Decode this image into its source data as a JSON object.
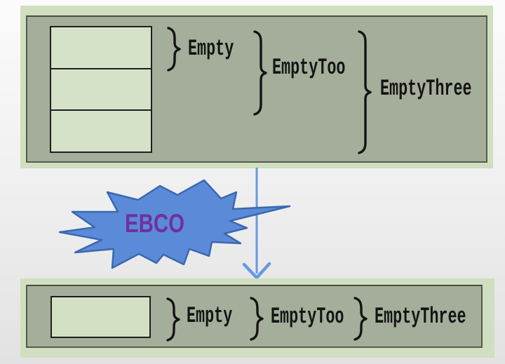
{
  "diagram": {
    "before_panel": {
      "cell_count": 3,
      "groups": [
        {
          "label": "Empty",
          "cells_spanned": 1
        },
        {
          "label": "EmptyToo",
          "cells_spanned": 2
        },
        {
          "label": "EmptyThree",
          "cells_spanned": 3
        }
      ]
    },
    "transform": {
      "burst_label": "EBCO"
    },
    "after_panel": {
      "cell_count": 1,
      "groups": [
        {
          "label": "Empty"
        },
        {
          "label": "EmptyToo"
        },
        {
          "label": "EmptyThree"
        }
      ]
    },
    "colors": {
      "panel_outer": "#cfdfc0",
      "panel_inner": "#a5ae9a",
      "cell_fill": "#d6e2c8",
      "cell_border": "#1f1f1f",
      "burst_fill": "#5b8bd8",
      "burst_stroke": "#3a68b0",
      "burst_text": "#7030a0",
      "arrow": "#6699e2",
      "label_text": "#141414"
    }
  }
}
